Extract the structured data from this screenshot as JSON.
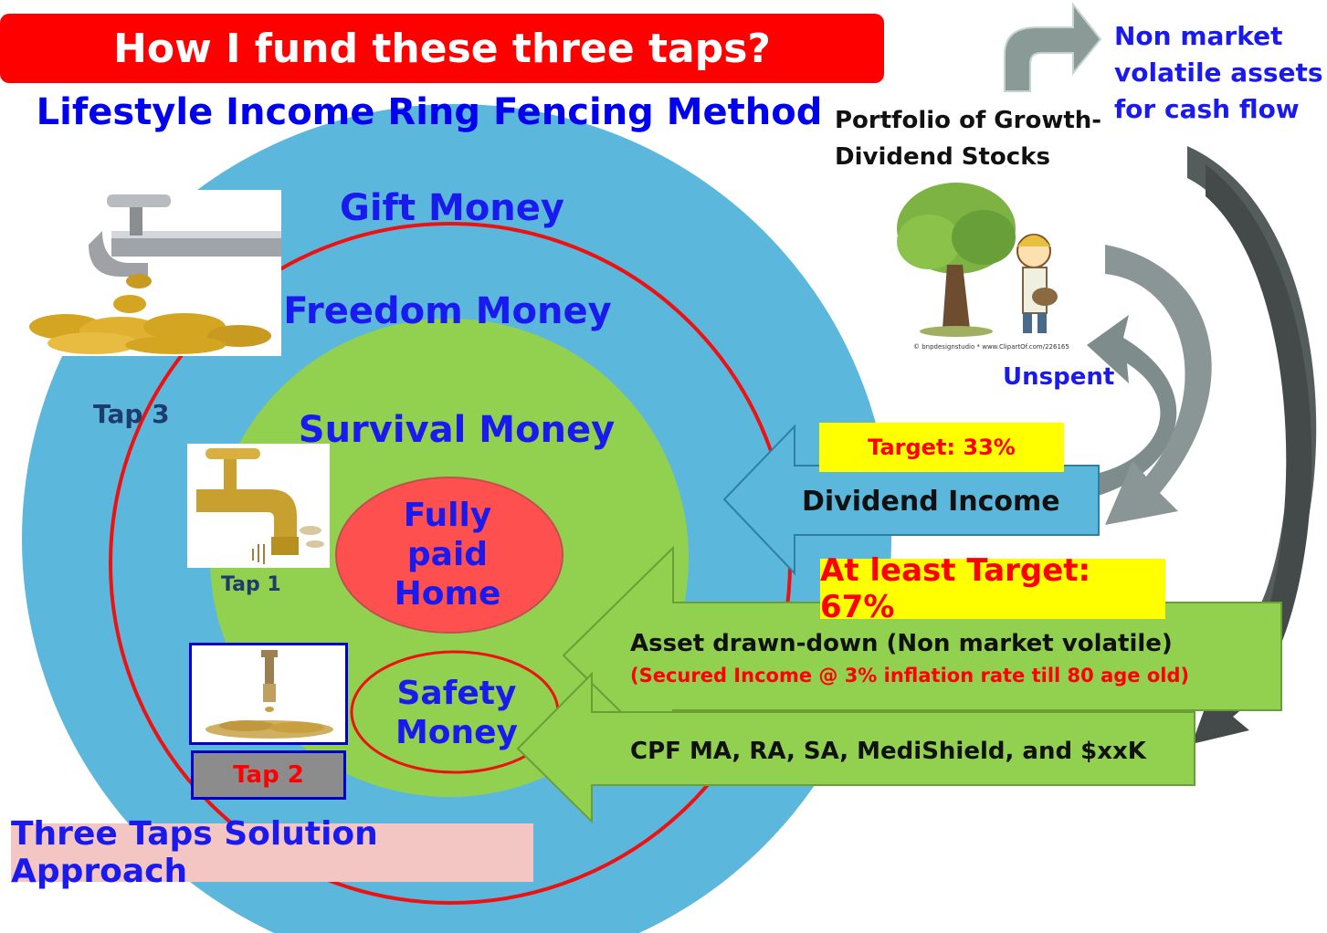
{
  "header": {
    "title": "How I fund these three taps?",
    "subtitle": "Lifestyle Income Ring Fencing Method"
  },
  "rings": {
    "gift": "Gift Money",
    "freedom": "Freedom Money",
    "survival": "Survival Money",
    "home_line1": "Fully",
    "home_line2": "paid",
    "home_line3": "Home",
    "safety_line1": "Safety",
    "safety_line2": "Money"
  },
  "taps": {
    "tap1": "Tap 1",
    "tap2": "Tap 2",
    "tap3": "Tap 3"
  },
  "portfolio": {
    "title_line1": "Portfolio of Growth-",
    "title_line2": "Dividend Stocks",
    "credit": "© bnpdesignstudio  *  www.ClipartOf.com/226165"
  },
  "non_market": {
    "line1": "Non market",
    "line2": "volatile assets",
    "line3": "for cash flow"
  },
  "unspent": "Unspent",
  "arrows": {
    "dividend_target": "Target: 33%",
    "dividend_label": "Dividend Income",
    "asset_target": "At least Target: 67%",
    "asset_label": "Asset drawn-down (Non market volatile)",
    "asset_sub": "(Secured Income @ 3% inflation rate till 80 age old)",
    "cpf_label": "CPF MA, RA, SA, MediShield, and $xxK"
  },
  "footer": "Three Taps Solution Approach",
  "colors": {
    "title_bg": "#ff0000",
    "outer_ring": "#5bb8dc",
    "inner_ring": "#92d050",
    "home": "#ff5050",
    "label_blue": "#1a1aee",
    "target_yellow": "#ffff00",
    "grey_arrow": "#7f8c8c"
  }
}
